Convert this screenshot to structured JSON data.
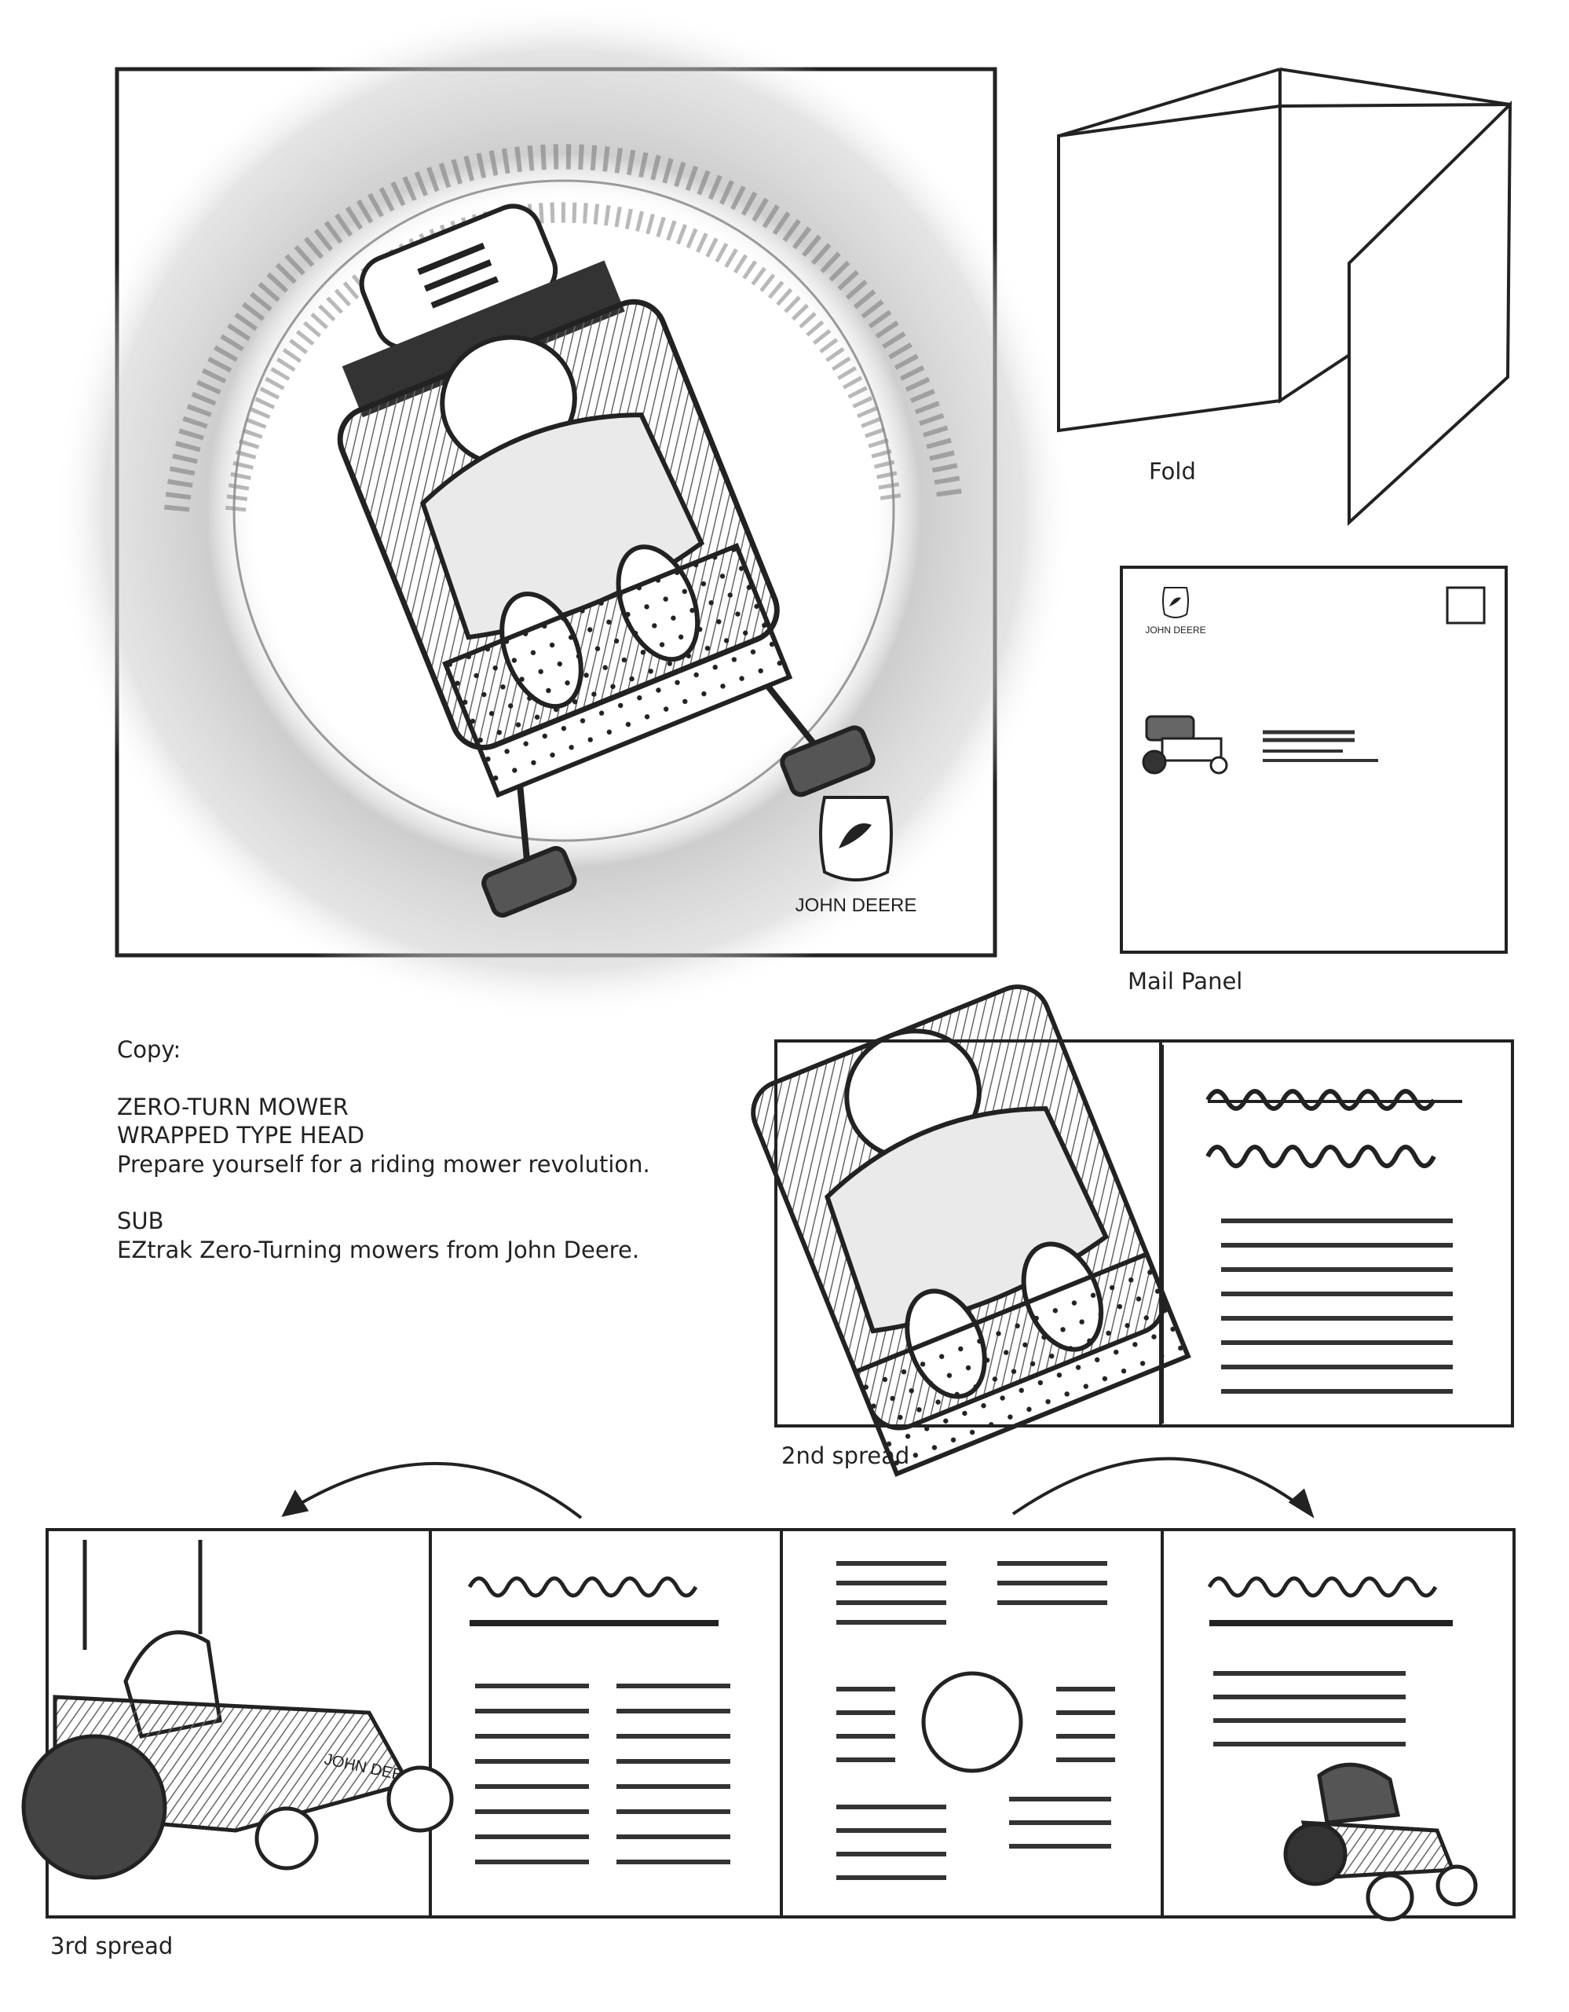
{
  "labels": {
    "fold": "Fold",
    "mail_panel": "Mail Panel",
    "second_spread": "2nd spread",
    "third_spread": "3rd spread"
  },
  "copy": {
    "heading": "Copy:",
    "head_label_1": "ZERO-TURN MOWER",
    "head_label_2": "WRAPPED TYPE HEAD",
    "headline": "Prepare yourself for a riding mower revolution.",
    "sub_label": "SUB",
    "subhead": "EZtrak Zero-Turning mowers from John Deere."
  },
  "brand": {
    "name": "JOHN DEERE",
    "mower_label": "JOHN DEERE"
  },
  "colors": {
    "ink": "#222222",
    "pencil_grey": "#8a8a8a",
    "paper": "#ffffff"
  }
}
